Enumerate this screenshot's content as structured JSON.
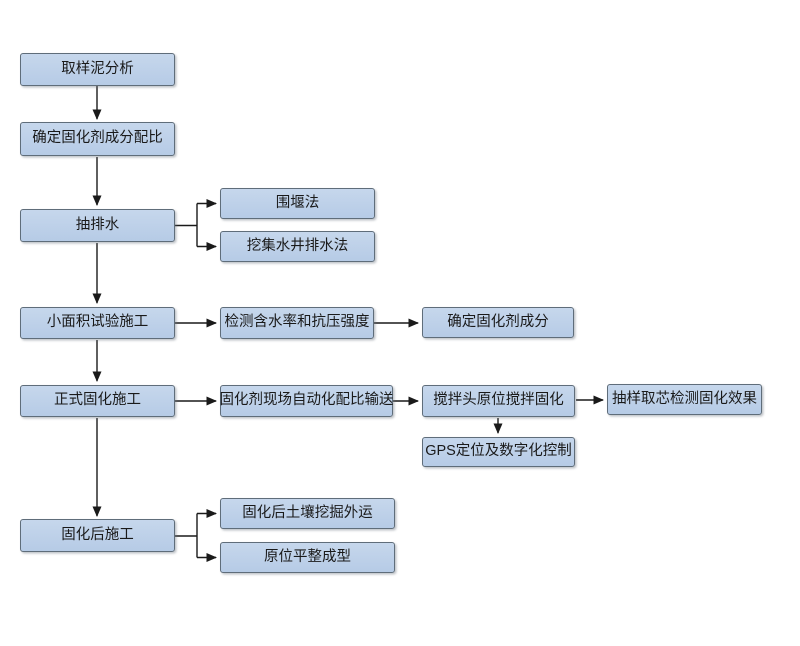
{
  "diagram": {
    "type": "flowchart",
    "language": "zh-CN",
    "nodes": {
      "sample_mud_analysis": {
        "label": "取样泥分析"
      },
      "curing_agent_ratio": {
        "label": "确定固化剂成分配比"
      },
      "drainage": {
        "label": "抽排水"
      },
      "cofferdam_method": {
        "label": "围堰法"
      },
      "collection_well_method": {
        "label": "挖集水井排水法"
      },
      "small_area_trial": {
        "label": "小面积试验施工"
      },
      "test_moisture_strength": {
        "label": "检测含水率和抗压强度"
      },
      "curing_agent_composition": {
        "label": "确定固化剂成分"
      },
      "formal_curing": {
        "label": "正式固化施工"
      },
      "auto_ratio_delivery": {
        "label": "固化剂现场自动化配比输送"
      },
      "in_situ_mixing": {
        "label": "搅拌头原位搅拌固化"
      },
      "core_sampling_test": {
        "label": "抽样取芯检测固化效果"
      },
      "gps_digital_control": {
        "label": "GPS定位及数字化控制"
      },
      "post_curing": {
        "label": "固化后施工"
      },
      "soil_excavation_transport": {
        "label": "固化后土壤挖掘外运"
      },
      "in_situ_leveling": {
        "label": "原位平整成型"
      }
    },
    "edges": [
      "sample_mud_analysis -> curing_agent_ratio",
      "curing_agent_ratio -> drainage",
      "drainage -> cofferdam_method",
      "drainage -> collection_well_method",
      "drainage -> small_area_trial",
      "small_area_trial -> test_moisture_strength",
      "test_moisture_strength -> curing_agent_composition",
      "small_area_trial -> formal_curing",
      "formal_curing -> auto_ratio_delivery",
      "auto_ratio_delivery -> in_situ_mixing",
      "in_situ_mixing -> core_sampling_test",
      "in_situ_mixing -> gps_digital_control",
      "formal_curing -> post_curing",
      "post_curing -> soil_excavation_transport",
      "post_curing -> in_situ_leveling"
    ],
    "colors": {
      "box_fill_top": "#c6d7ec",
      "box_fill_bottom": "#b6cbe6",
      "box_border": "#5f6d7a",
      "arrow": "#1a1a1a",
      "text": "#1a1a1a",
      "background": "#ffffff"
    }
  }
}
